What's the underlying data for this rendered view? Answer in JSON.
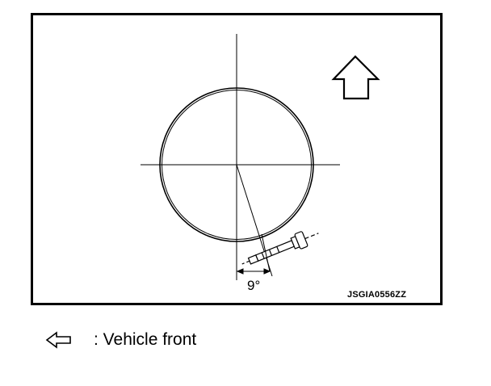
{
  "diagram": {
    "angle_label": "9°",
    "figure_id": "JSGIA0556ZZ",
    "front_arrow_icon": "hollow-up-arrow-icon"
  },
  "legend": {
    "icon": "hollow-left-arrow-icon",
    "text": ": Vehicle front"
  }
}
